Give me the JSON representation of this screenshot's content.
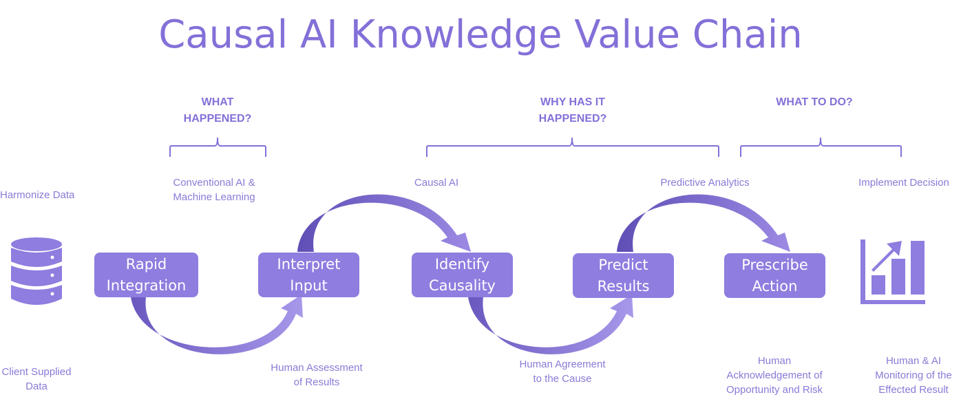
{
  "title": "Causal AI Knowledge Value Chain",
  "sections": [
    {
      "label": "WHAT\nHAPPENED?"
    },
    {
      "label": "WHY HAS IT\nHAPPENED?"
    },
    {
      "label": "WHAT TO DO?"
    }
  ],
  "top_notes": [
    {
      "text": "Harmonize Data"
    },
    {
      "text": "Conventional AI &\nMachine Learning"
    },
    {
      "text": "Causal AI"
    },
    {
      "text": "Predictive Analytics"
    },
    {
      "text": "Implement Decision"
    }
  ],
  "steps": [
    {
      "label": "Rapid\nIntegration"
    },
    {
      "label": "Interpret\nInput"
    },
    {
      "label": "Identify\nCausality"
    },
    {
      "label": "Predict\nResults"
    },
    {
      "label": "Prescribe\nAction"
    }
  ],
  "bottom_notes": [
    {
      "text": "Client Supplied\nData"
    },
    {
      "text": "Human Assessment\nof Results"
    },
    {
      "text": "Human Agreement\nto the Cause"
    },
    {
      "text": "Human\nAcknowledgement of\nOpportunity and Risk"
    },
    {
      "text": "Human & AI\nMonitoring of the\nEffected Result"
    }
  ],
  "icons": {
    "left": "database-icon",
    "right": "bar-chart-growth-icon"
  },
  "colors": {
    "accent": "#8470d8",
    "box": "#8f7ddf",
    "arrow_dark": "#6a58bf",
    "arrow_light": "#a898ea"
  }
}
